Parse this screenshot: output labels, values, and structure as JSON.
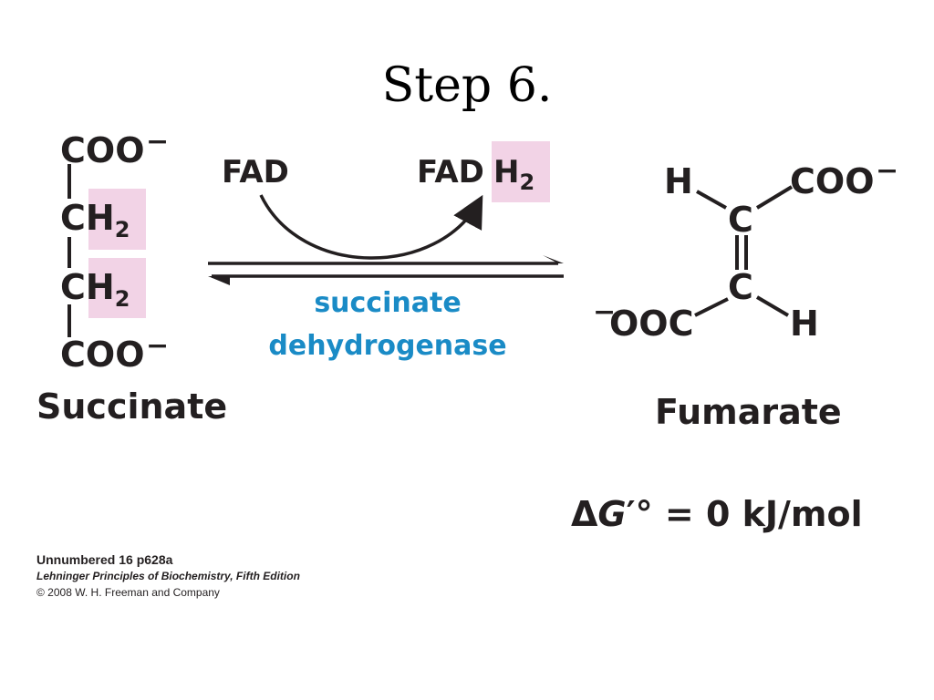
{
  "slide": {
    "title": "Step 6."
  },
  "succinate": {
    "top": "COO",
    "mid1": "CH",
    "mid2": "CH",
    "bottom": "COO",
    "subscript": "2",
    "charge": "−",
    "name": "Succinate"
  },
  "cofactor": {
    "input": "FAD",
    "output_base": "FAD",
    "output_h": "H",
    "subscript": "2"
  },
  "enzyme": {
    "line1": "succinate",
    "line2": "dehydrogenase"
  },
  "fumarate": {
    "h_left": "H",
    "coo_top": "COO",
    "c_top": "C",
    "c_bottom": "C",
    "ooc_bottom": "OOC",
    "h_right": "H",
    "charge": "−",
    "name": "Fumarate"
  },
  "energy": {
    "delta": "Δ",
    "g": "G",
    "prime_deg": "′°",
    "rest": " = 0 kJ/mol"
  },
  "credits": {
    "line1": "Unnumbered 16 p628a",
    "line2": "Lehninger Principles of Biochemistry, Fifth Edition",
    "line3": "© 2008 W. H. Freeman and Company"
  },
  "colors": {
    "highlight": "#f2d3e6",
    "enzyme": "#1a8bc6",
    "text": "#231f20"
  }
}
